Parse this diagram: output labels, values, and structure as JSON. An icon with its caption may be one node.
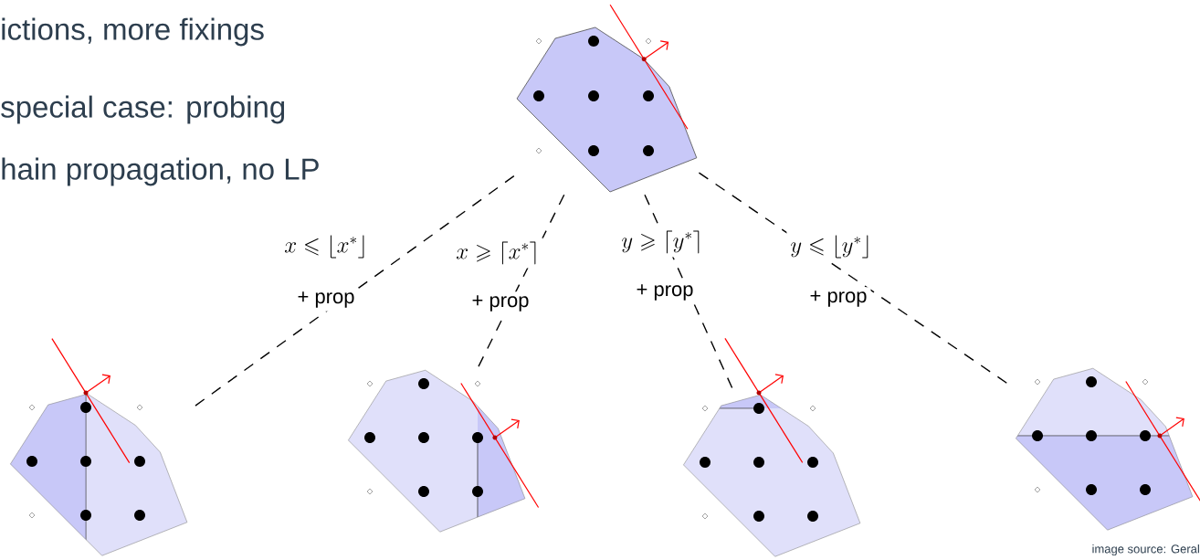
{
  "diagram": {
    "nodes": [
      {
        "text": [],
        "shape": "picture"
      },
      {
        "text": [],
        "shape": "picture"
      },
      {
        "text": [],
        "shape": "picture"
      },
      {
        "text": [],
        "shape": "picture"
      },
      {
        "text": [],
        "shape": "picture"
      }
    ],
    "edges": [
      {
        "from": 0,
        "to": 1,
        "arrow": "none",
        "style": "dashed",
        "label": "x \\leqslant \\lfloor x^* \\rfloor"
      },
      {
        "from": 0,
        "to": 2,
        "arrow": "none",
        "style": "dashed",
        "label": "x \\geqslant \\lceil x^* \\rceil"
      },
      {
        "from": 0,
        "to": 3,
        "arrow": "none",
        "style": "dashed",
        "label": "y \\geqslant \\lceil y^* \\rceil"
      },
      {
        "from": 0,
        "to": 4,
        "arrow": "none",
        "style": "dashed",
        "label": "y \\leqslant \\lfloor y^* \\rfloor"
      }
    ],
    "labels": [
      "ictions, more fixings",
      "special case: probing",
      "hain propagation, no LP",
      "+ prop",
      "+ prop",
      "+ prop",
      "+ prop",
      "image source: Geral"
    ]
  }
}
